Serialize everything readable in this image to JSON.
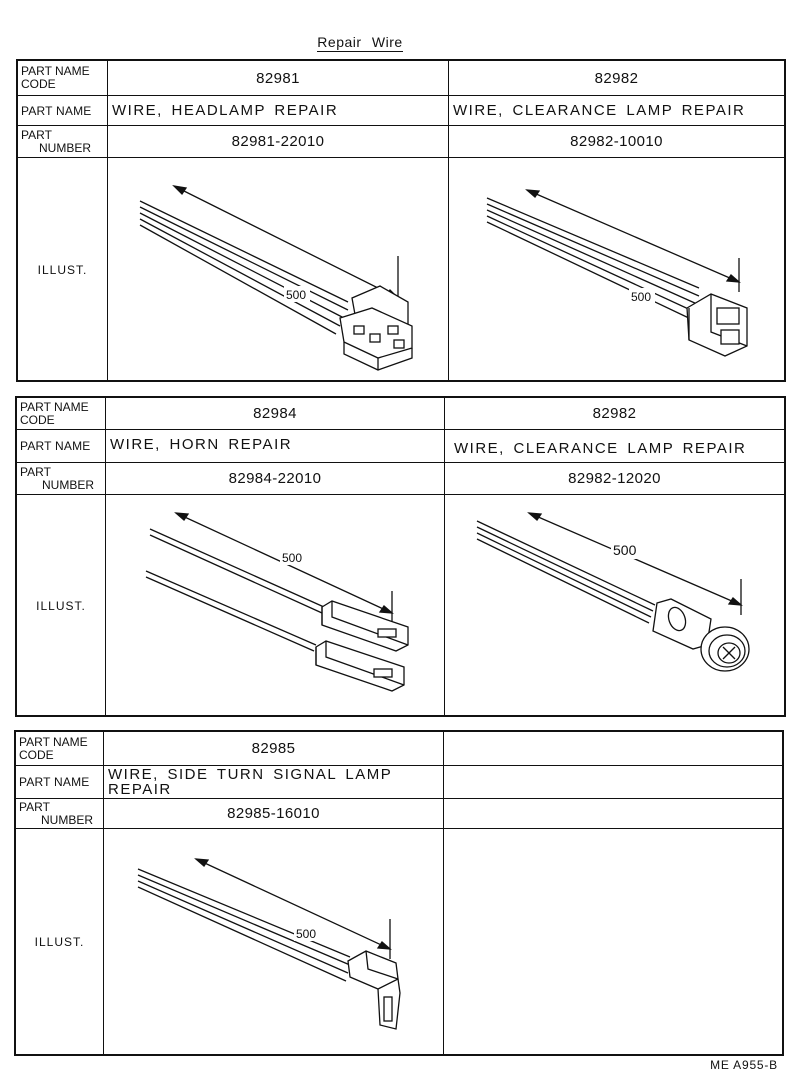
{
  "page": {
    "title": "Repair  Wire",
    "footer": "ME  A955-B"
  },
  "labels": {
    "code_line1": "PART NAME",
    "code_line2": "CODE",
    "part_name": "PART NAME",
    "number_line1": "PART",
    "number_line2": "NUMBER",
    "illust": "ILLUST.",
    "dimension": "500"
  },
  "tables": [
    {
      "left": {
        "code": "82981",
        "name": "WIRE,  HEADLAMP  REPAIR",
        "number": "82981-22010",
        "illustration": "headlamp-connector-wire"
      },
      "right": {
        "code": "82982",
        "name": "WIRE,  CLEARANCE  LAMP  REPAIR",
        "number": "82982-10010",
        "illustration": "clearance-lamp-connector-wire"
      }
    },
    {
      "left": {
        "code": "82984",
        "name": "WIRE,  HORN  REPAIR",
        "number": "82984-22010",
        "illustration": "horn-terminal-wires"
      },
      "right": {
        "code": "82982",
        "name": "WIRE,  CLEARANCE  LAMP  REPAIR",
        "number": "82982-12020",
        "illustration": "round-socket-wire"
      }
    },
    {
      "left": {
        "code": "82985",
        "name_line1": "WIRE,  SIDE  TURN  SIGNAL  LAMP",
        "name_line2": "REPAIR",
        "number": "82985-16010",
        "illustration": "side-turn-signal-connector-wire"
      },
      "right": {
        "code": "",
        "name": "",
        "number": ""
      }
    }
  ]
}
